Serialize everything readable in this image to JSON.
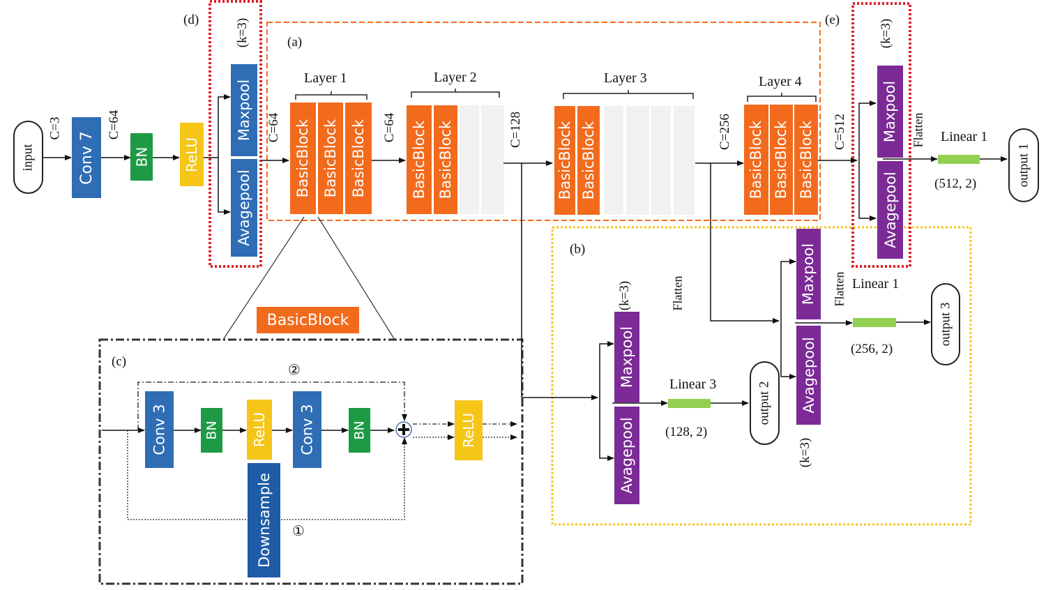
{
  "colors": {
    "conv": "#2f6db5",
    "bn": "#1e9a45",
    "relu": "#f5c518",
    "pool": "#7b2a96",
    "basic": "#f26b1d",
    "linear": "#92d050",
    "ghost": "#f1f1f1",
    "region_a": "#f26b1d",
    "region_b": "#f5c518",
    "region_de": "#e0202a"
  },
  "input": {
    "label": "input"
  },
  "stem": {
    "c3": "C=3",
    "conv7": "Conv 7",
    "c64a": "C=64",
    "bn": "BN",
    "relu": "ReLU"
  },
  "region_d": {
    "tag": "(d)",
    "k": "(k=3)",
    "maxpool": "Maxpool",
    "avgpool": "Avagepool"
  },
  "region_a": {
    "tag": "(a)",
    "c64b": "C=64",
    "layer1": "Layer 1",
    "layer2": "Layer 2",
    "layer3": "Layer 3",
    "layer4": "Layer 4",
    "c64c": "C=64",
    "c128": "C=128",
    "c256": "C=256",
    "block": "BasicBlock"
  },
  "region_e": {
    "tag": "(e)",
    "c512": "C=512",
    "k": "(k=3)",
    "maxpool": "Maxpool",
    "avgpool": "Avagepool",
    "flatten": "Flatten",
    "linear": "Linear 1",
    "shape": "(512, 2)",
    "output": "output 1"
  },
  "region_b": {
    "tag": "(b)",
    "k_left": "(k=3)",
    "flatten_left": "Flatten",
    "maxpool_left": "Maxpool",
    "avgpool_left": "Avagepool",
    "linear_left": "Linear 3",
    "shape_left": "(128, 2)",
    "output2": "output 2",
    "maxpool_right": "Maxpool",
    "avgpool_right": "Avagepool",
    "k_right": "(k=3)",
    "flatten_right": "Flatten",
    "linear_right": "Linear 1",
    "shape_right": "(256, 2)",
    "output3": "output 3"
  },
  "region_c": {
    "title": "BasicBlock",
    "tag": "(c)",
    "conv3a": "Conv 3",
    "bn1": "BN",
    "relu1": "ReLU",
    "conv3b": "Conv 3",
    "bn2": "BN",
    "relu2": "ReLU",
    "downsample": "Downsample",
    "path1": "①",
    "path2": "②"
  }
}
